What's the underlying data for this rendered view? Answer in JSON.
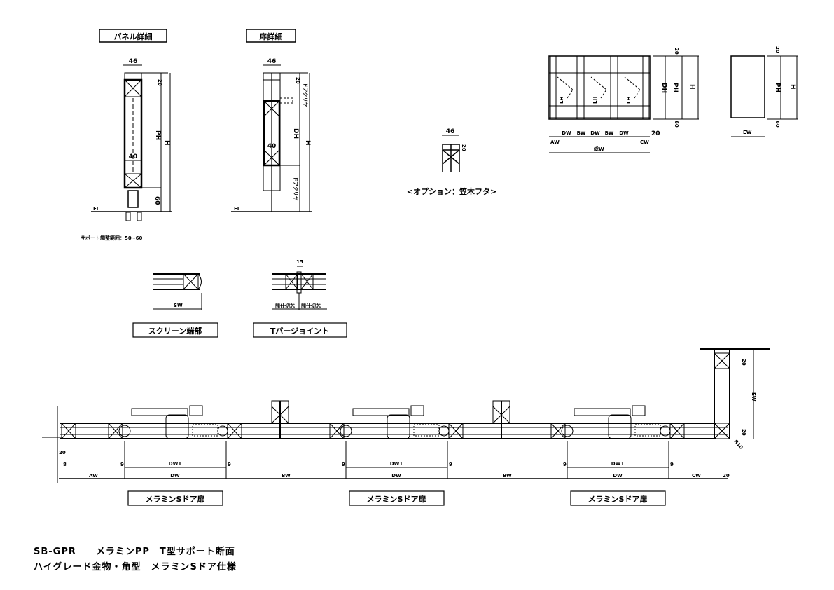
{
  "panel_detail": {
    "title": "パネル詳細",
    "width": "46",
    "top_gap": "20",
    "inner": "40",
    "bottom": "60",
    "ph": "PH",
    "h": "H",
    "floor": "FL",
    "support_note": "サポート調整範囲：50~60"
  },
  "door_detail": {
    "title": "扉詳細",
    "width": "46",
    "top_gap": "20",
    "inner": "40",
    "dh": "DH",
    "h": "H",
    "floor": "FL",
    "upper_clearance": "ドアクリヤ",
    "lower_clearance": "ドアクリヤ"
  },
  "option": {
    "width": "46",
    "height": "20",
    "caption": "<オプション：笠木フタ>"
  },
  "elevation": {
    "labels": [
      "DW",
      "BW",
      "DW",
      "BW",
      "DW"
    ],
    "aw": "AW",
    "cw": "CW",
    "end_gap": "20",
    "total": "総W",
    "dh": "DH",
    "ph": "PH",
    "h": "H",
    "top": "20",
    "bottom": "60",
    "lh": "LH"
  },
  "end_elevation": {
    "ew": "EW",
    "ph": "PH",
    "h": "H",
    "top": "20",
    "bottom": "60"
  },
  "screen_end": {
    "dim": "SW",
    "title": "スクリーン端部"
  },
  "t_bar_joint": {
    "dim": "15",
    "left_dim": "間仕切芯",
    "right_dim": "間仕切芯",
    "title": "Tバージョイント"
  },
  "plan": {
    "aw": "AW",
    "bw": "BW",
    "cw": "CW",
    "ew": "EW",
    "dw": "DW",
    "dw1": "DW1",
    "gap9": "9",
    "dim20": "20",
    "dim8": "8",
    "r10": "R10",
    "door_labels": [
      "メラミンSドア扉",
      "メラミンSドア扉",
      "メラミンSドア扉"
    ]
  },
  "footer": {
    "line1": "SB-GPR　　メラミンPP　T型サポート断面",
    "line2": "ハイグレード金物・角型　メラミンSドア仕様"
  }
}
